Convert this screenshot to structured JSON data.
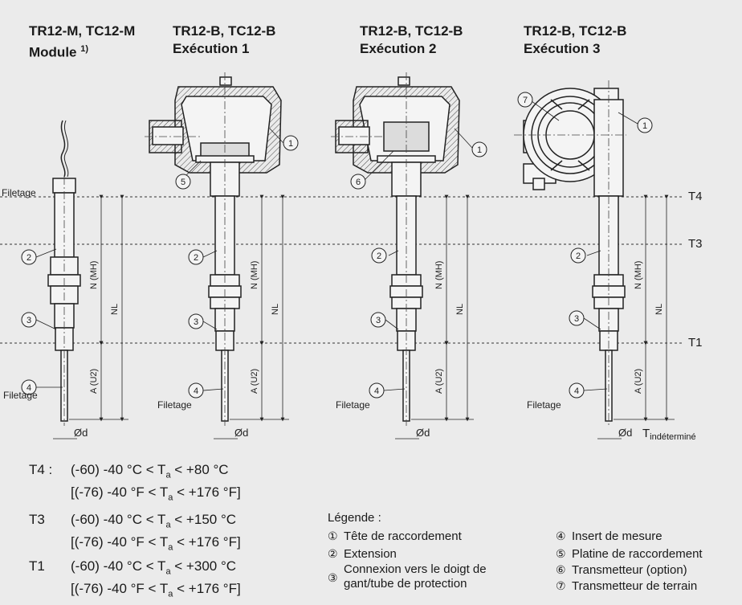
{
  "headers": {
    "col1_line1": "TR12-M, TC12-M",
    "col1_line2": "Module",
    "col1_note": "1)",
    "col2_line1": "TR12-B, TC12-B",
    "col2_line2": "Exécution 1",
    "col3_line1": "TR12-B, TC12-B",
    "col3_line2": "Exécution 2",
    "col4_line1": "TR12-B, TC12-B",
    "col4_line2": "Exécution 3"
  },
  "zones": {
    "t4": "T4",
    "t3": "T3",
    "t1": "T1",
    "t_undetermined_main": "T",
    "t_undetermined_sub": "indéterminé"
  },
  "drawing_labels": {
    "thread": "Filetage",
    "nl": "NL",
    "n_mh": "N (MH)",
    "a_u2": "A (U2)",
    "phi_d": "Ød",
    "c1": "1",
    "c2": "2",
    "c3": "3",
    "c4": "4",
    "c5": "5",
    "c6": "6",
    "c7": "7"
  },
  "temperatures": [
    {
      "code": "T4 :",
      "c_low": "(-60) -40 °C < T",
      "c_sub": "a",
      "c_high": " < +80 °C",
      "f_low": "[(-76) -40 °F < T",
      "f_sub": "a",
      "f_high": " < +176 °F]"
    },
    {
      "code": "T3",
      "c_low": "(-60) -40 °C < T",
      "c_sub": "a",
      "c_high": " < +150 °C",
      "f_low": "[(-76) -40 °F < T",
      "f_sub": "a",
      "f_high": " < +176 °F]"
    },
    {
      "code": "T1",
      "c_low": "(-60) -40 °C < T",
      "c_sub": "a",
      "c_high": " < +300 °C",
      "f_low": "[(-76) -40 °F < T",
      "f_sub": "a",
      "f_high": " < +176 °F]"
    }
  ],
  "legend": {
    "title": "Légende :",
    "items": [
      {
        "num": "①",
        "text": "Tête de raccordement"
      },
      {
        "num": "②",
        "text": "Extension"
      },
      {
        "num": "③",
        "text": "Connexion vers le doigt de gant/tube de protection"
      },
      {
        "num": "④",
        "text": "Insert de mesure"
      },
      {
        "num": "⑤",
        "text": "Platine de raccordement"
      },
      {
        "num": "⑥",
        "text": "Transmetteur (option)"
      },
      {
        "num": "⑦",
        "text": "Transmetteur de terrain"
      }
    ],
    "item3_line1": "Connexion vers le doigt de",
    "item3_line2": "gant/tube de protection"
  }
}
